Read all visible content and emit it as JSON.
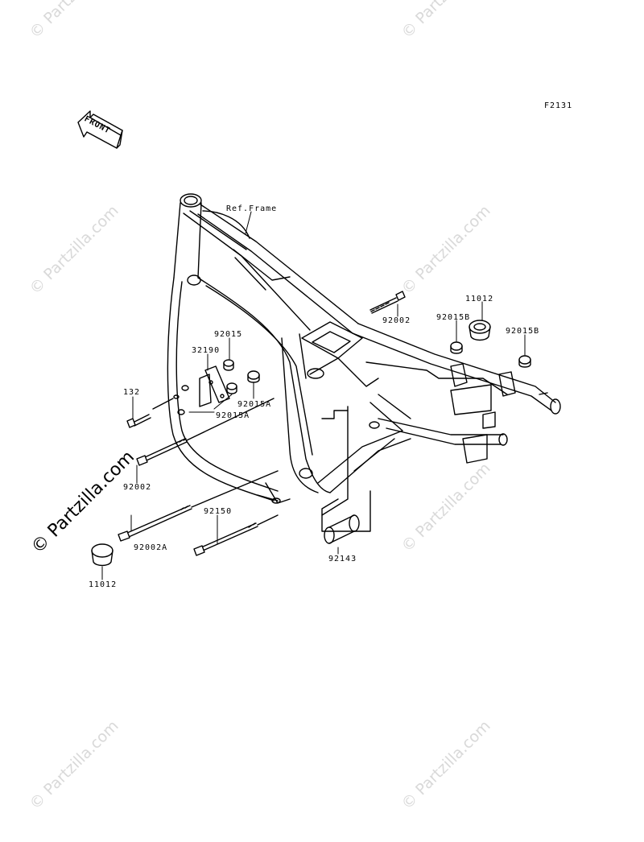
{
  "diagram_code": "F2131",
  "front_label": "FRONT",
  "ref_frame_label": "Ref.Frame",
  "watermark": "© Partzilla.com",
  "parts": {
    "p92002_top": "92002",
    "p11012_right": "11012",
    "p92015B_mid": "92015B",
    "p92015B_right": "92015B",
    "p92015": "92015",
    "p32190": "32190",
    "p92015A_center": "92015A",
    "p92015A_left": "92015A",
    "p132": "132",
    "p92002_left": "92002",
    "p92150": "92150",
    "p92002A": "92002A",
    "p92143": "92143",
    "p11012_left": "11012"
  }
}
